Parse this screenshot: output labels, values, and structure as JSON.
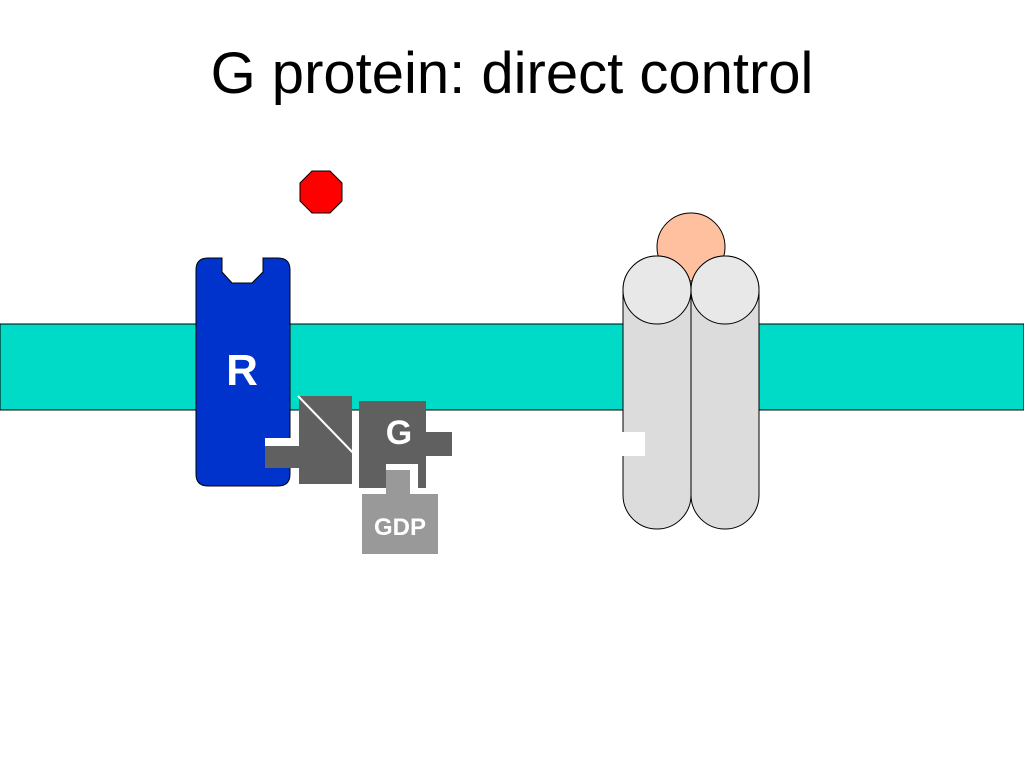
{
  "slide": {
    "title": "G protein: direct control"
  },
  "labels": {
    "receptor": "R",
    "g_protein": "G",
    "nucleotide": "GDP"
  },
  "colors": {
    "membrane": "#00dbc8",
    "receptor": "#0033cc",
    "ligand": "#ff0000",
    "g_protein": "#606060",
    "gdp": "#999999",
    "channel": "#dcdcdc",
    "channel_cap": "#ffc0a0"
  }
}
